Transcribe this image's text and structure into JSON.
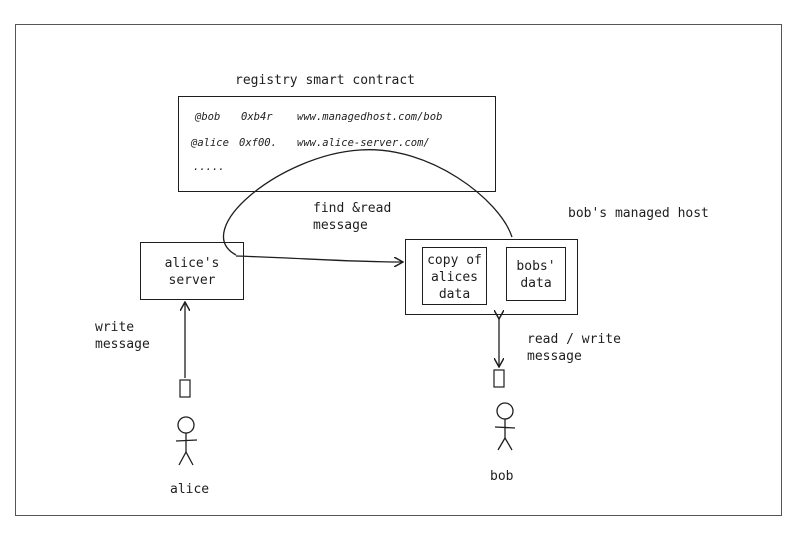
{
  "registry": {
    "title": "registry smart contract",
    "rows": [
      {
        "handle": "@bob",
        "key": "0xb4r",
        "url": "www.managedhost.com/bob"
      },
      {
        "handle": "@alice",
        "key": "0xf00.",
        "url": "www.alice-server.com/"
      }
    ],
    "ellipsis": "....."
  },
  "find_read_label": [
    "find &read",
    "message"
  ],
  "alice_server": [
    "alice's",
    "server"
  ],
  "bob_host": {
    "title": "bob's managed host",
    "copy_box": [
      "copy of",
      "alices",
      "data"
    ],
    "bobs_box": [
      "bobs'",
      "data"
    ]
  },
  "alice_action": [
    "write",
    "message"
  ],
  "bob_action": [
    "read / write",
    "message"
  ],
  "actors": {
    "alice": "alice",
    "bob": "bob"
  }
}
